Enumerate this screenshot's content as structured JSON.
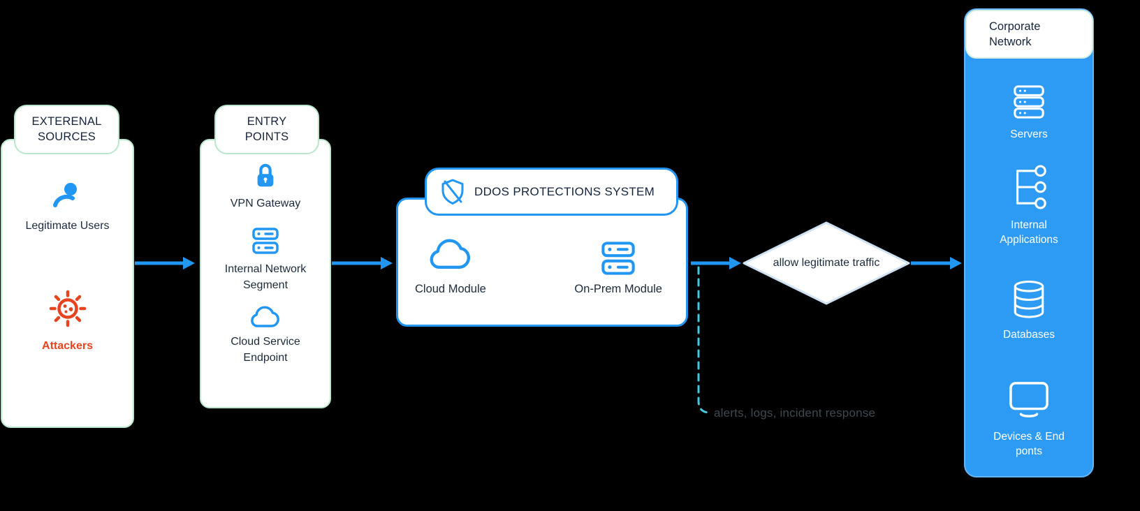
{
  "colors": {
    "background": "#000000",
    "accent_blue": "#2196f3",
    "corporate_fill": "#2d9bf3",
    "green_border": "#b9e7cb",
    "diamond_border": "#cfe2f2",
    "attacker_red": "#e8431f",
    "dark_text": "#15243b",
    "dashed_teal": "#44c8de",
    "note_text": "#3f4950"
  },
  "external_sources": {
    "title": "EXTERENAL SOURCES",
    "items": [
      {
        "icon": "user-icon",
        "label": "Legitimate Users"
      },
      {
        "icon": "virus-icon",
        "label": "Attackers"
      }
    ]
  },
  "entry_points": {
    "title": "ENTRY POINTS",
    "items": [
      {
        "icon": "lock-icon",
        "label": "VPN Gateway"
      },
      {
        "icon": "server-stack-icon",
        "label": "Internal Network Segment"
      },
      {
        "icon": "cloud-icon",
        "label": "Cloud Service Endpoint"
      }
    ]
  },
  "ddos_system": {
    "title": "DDOS PROTECTIONS SYSTEM",
    "icon": "shield-off-icon",
    "modules": [
      {
        "icon": "cloud-icon",
        "label": "Cloud Module"
      },
      {
        "icon": "server-stack-icon",
        "label": "On-Prem Module"
      }
    ]
  },
  "decision": {
    "label": "allow legitimate traffic"
  },
  "corporate_network": {
    "title": "Corporate Network",
    "items": [
      {
        "icon": "servers-icon",
        "label": "Servers"
      },
      {
        "icon": "hierarchy-icon",
        "label": "Internal Applications"
      },
      {
        "icon": "database-icon",
        "label": "Databases"
      },
      {
        "icon": "monitor-icon",
        "label": "Devices & End ponts"
      }
    ]
  },
  "annotations": {
    "alerts_note": "alerts, logs, incident response"
  }
}
